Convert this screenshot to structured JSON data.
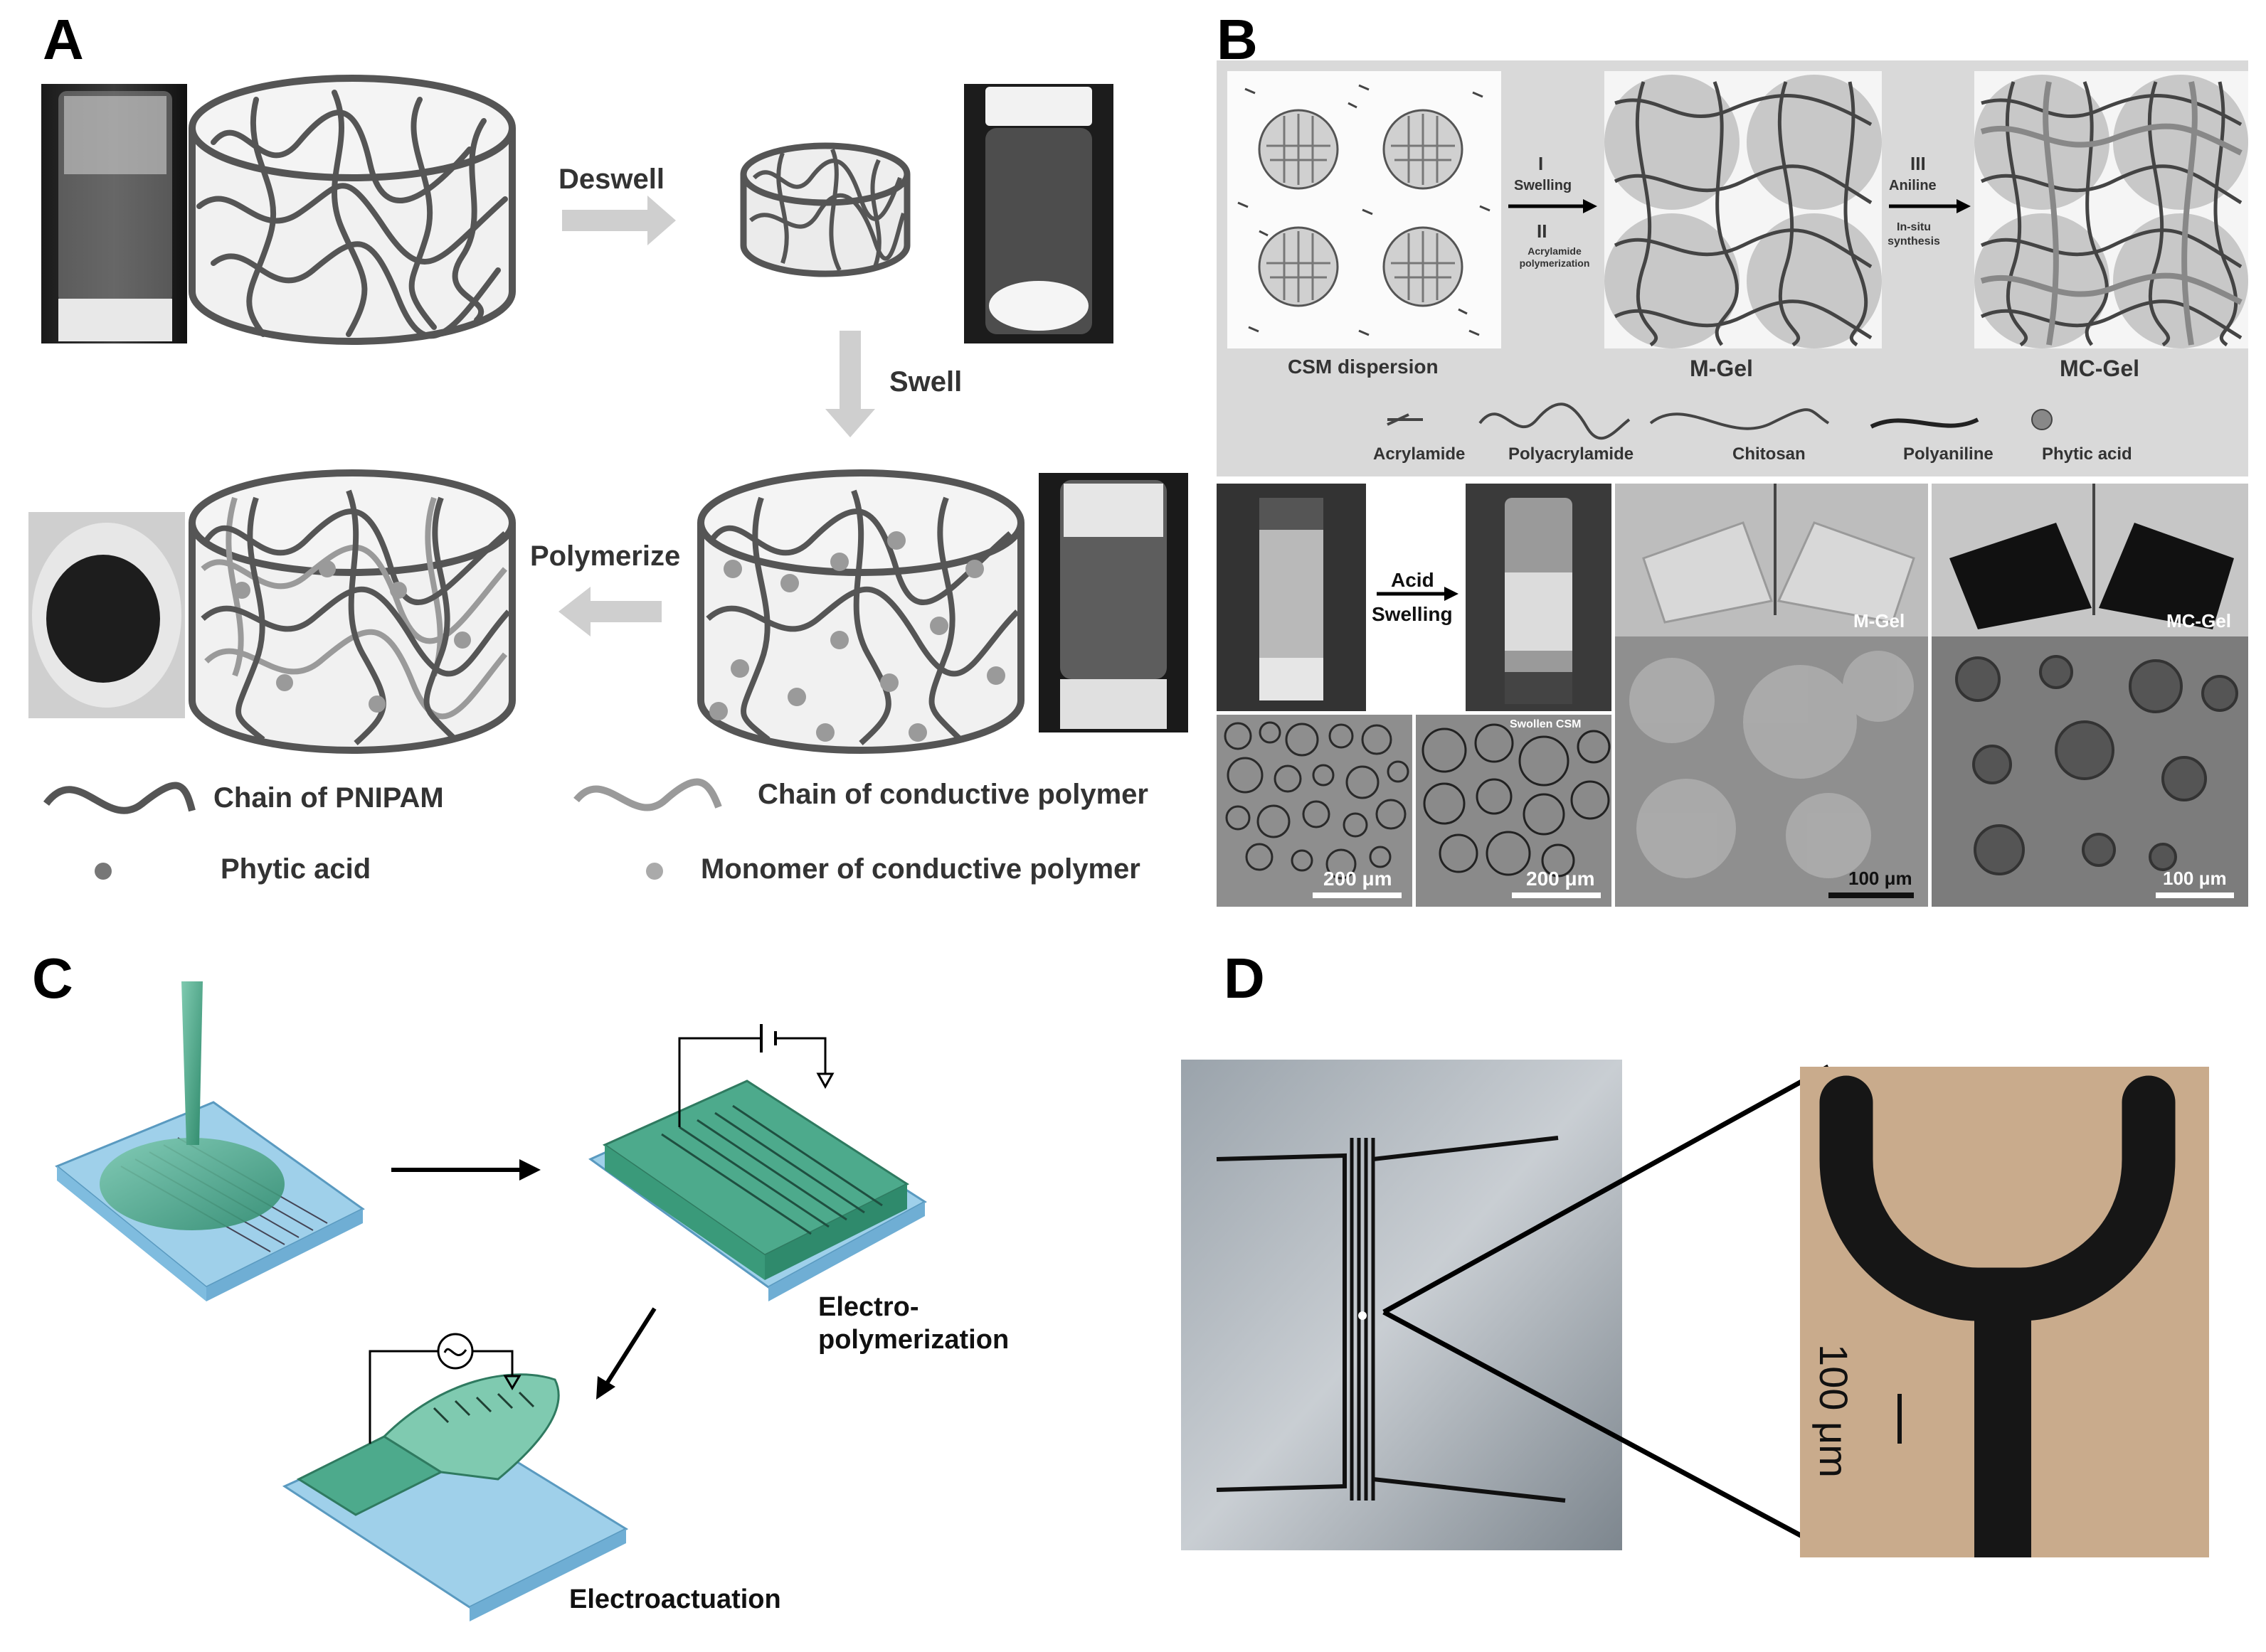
{
  "panels": {
    "a": {
      "letter": "A",
      "arrow_deswell": "Deswell",
      "arrow_swell": "Swell",
      "arrow_polymerize": "Polymerize",
      "legend": {
        "pnipam": "Chain of PNIPAM",
        "conductive_chain": "Chain of conductive polymer",
        "phytic": "Phytic acid",
        "monomer": "Monomer of conductive polymer"
      }
    },
    "b": {
      "letter": "B",
      "stage_csm": "CSM dispersion",
      "stage_mgel": "M-Gel",
      "stage_mcgel": "MC-Gel",
      "step1_num": "I",
      "step1": "Swelling",
      "step2_num": "II",
      "step2": "Acrylamide polymerization",
      "step3_num": "III",
      "step3": "Aniline",
      "step3_sub": "In-situ synthesis",
      "legend": {
        "acrylamide": "Acrylamide",
        "polyacrylamide": "Polyacrylamide",
        "chitosan": "Chitosan",
        "polyaniline": "Polyaniline",
        "phytic": "Phytic acid"
      },
      "acid_label": "Acid",
      "swelling_label": "Swelling",
      "mgel_photo": "M-Gel",
      "mcgel_photo": "MC-Gel",
      "swollen_csm": "Swollen CSM",
      "scale_200a": "200 μm",
      "scale_200b": "200 μm",
      "scale_100a": "100 μm",
      "scale_100b": "100 μm"
    },
    "c": {
      "letter": "C",
      "electropolymerization": "Electro-\npolymerization",
      "electroactuation": "Electroactuation"
    },
    "d": {
      "letter": "D",
      "scale": "100 μm"
    }
  },
  "colors": {
    "chain_dark": "#555555",
    "chain_light": "#9a9a9a",
    "dot": "#8c8c8c",
    "arrow_gray": "#cfcfcf",
    "substrate_blue": "#8fc3e0",
    "gel_green": "#4daa8c",
    "gel_green_light": "#7fcab0",
    "zoom_bg": "#c9ab8c"
  }
}
